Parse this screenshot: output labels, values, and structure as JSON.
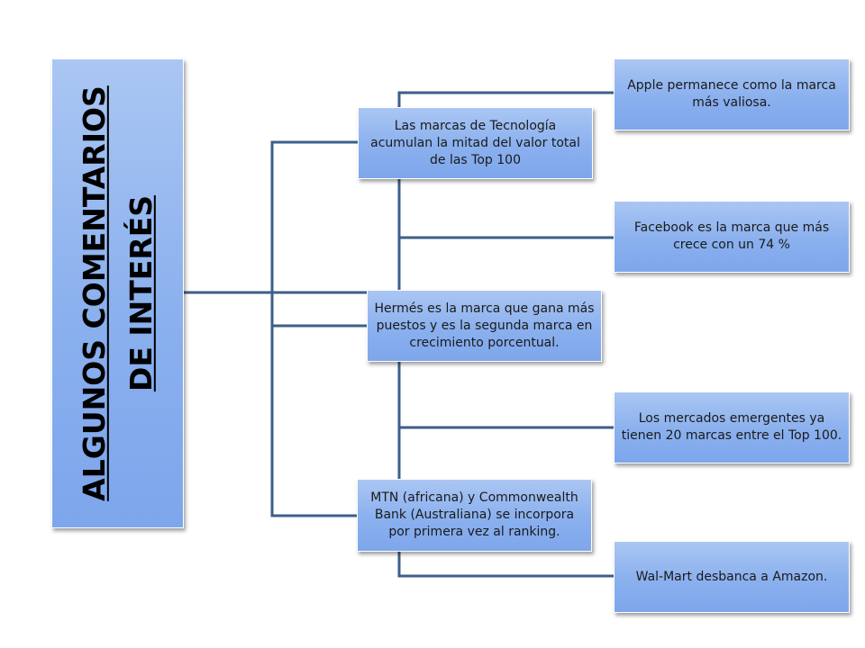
{
  "diagram": {
    "root": {
      "lines": [
        "ALGUNOS COMENTARIOS",
        "DE INTERÉS"
      ]
    },
    "branches": [
      "Las marcas de Tecnología acumulan la mitad del valor total de las Top 100",
      "Hermés  es la marca que gana más puestos y es la segunda marca en crecimiento porcentual.",
      "MTN (africana) y Commonwealth Bank (Australiana) se incorpora por primera vez al ranking."
    ],
    "details": [
      "Apple permanece como la marca más valiosa.",
      "Facebook es la marca que más crece con un 74 %",
      "Los mercados emergentes ya tienen 20 marcas entre el Top 100.",
      "Wal-Mart desbanca a Amazon."
    ],
    "colors": {
      "connector": "#3c5f89",
      "box_fill": "#8ab0ee",
      "box_border": "#ffffff",
      "text": "#1a1a1a"
    }
  }
}
